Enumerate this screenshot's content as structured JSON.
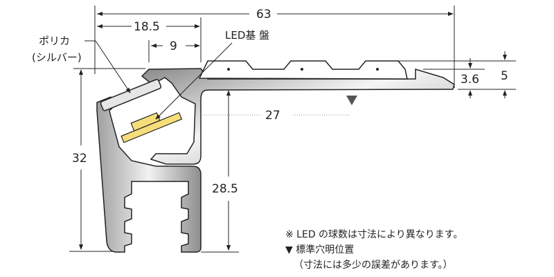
{
  "labels": {
    "polycarbonate": "ポリカ",
    "polycarbonate_color": "(シルバー)",
    "led_board": "LED基 盤"
  },
  "dimensions": {
    "total_width": "63",
    "left_width": "18.5",
    "inner_width": "9",
    "hole_position": "27",
    "total_height": "32",
    "inner_height": "28.5",
    "top_thickness": "3.6",
    "top_height": "5"
  },
  "notes": {
    "line1": "※ LED の球数は寸法により異なります。",
    "line2": "▼ 標準穴明位置",
    "line3": "（寸法には多少の誤差があります。）"
  },
  "colors": {
    "profile_light": "#f2f2f2",
    "profile_dark": "#8a8a8a",
    "led": "#f5de7a",
    "line": "#222222",
    "marker": "#555555"
  }
}
